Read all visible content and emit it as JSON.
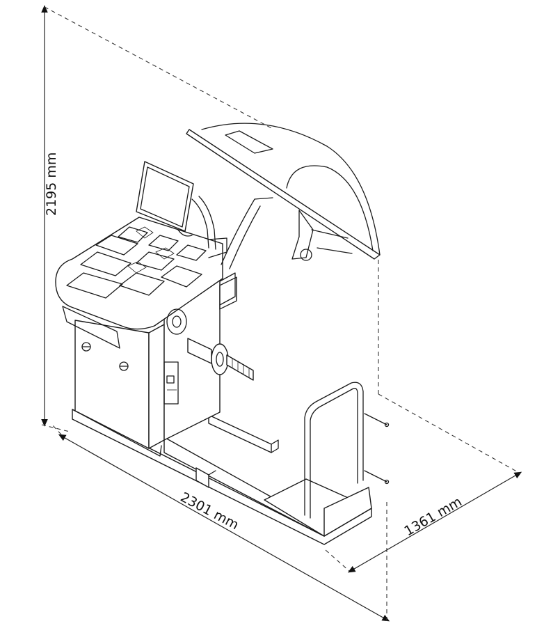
{
  "dimensions": {
    "height": "2195 mm",
    "length": "2301 mm",
    "depth": "1361 mm"
  },
  "colors": {
    "line": "#1a1a1a",
    "background": "#ffffff"
  }
}
